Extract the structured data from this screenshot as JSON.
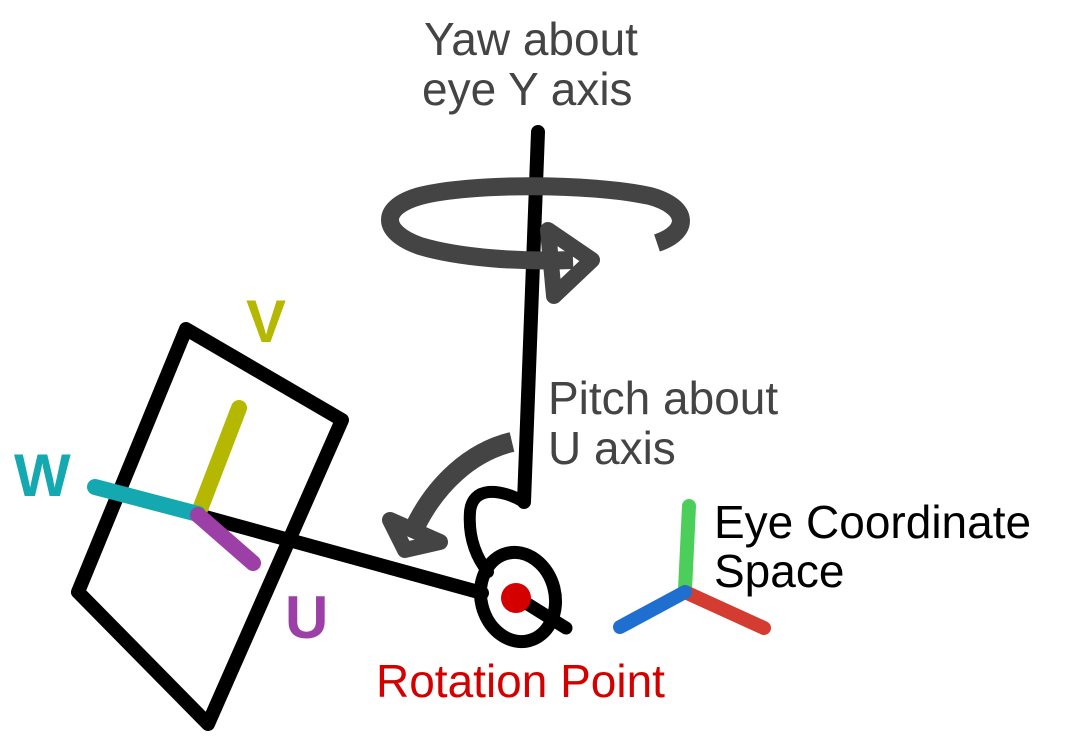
{
  "labels": {
    "yaw_line1": "Yaw about",
    "yaw_line2": "eye Y axis",
    "pitch_line1": "Pitch about",
    "pitch_line2": "U axis",
    "eye_line1": "Eye Coordinate",
    "eye_line2": "Space",
    "rotation_point": "Rotation Point",
    "axis_v": "V",
    "axis_w": "W",
    "axis_u": "U"
  },
  "colors": {
    "frame": "#000000",
    "arrow": "#444444",
    "text": "#444444",
    "v_axis": "#b5b800",
    "w_axis": "#14a8b0",
    "u_axis": "#9c3fa6",
    "eye_x": "#d43c32",
    "eye_y": "#4ccf5a",
    "eye_z": "#1f6fd0",
    "rotation_point": "#d40000"
  }
}
